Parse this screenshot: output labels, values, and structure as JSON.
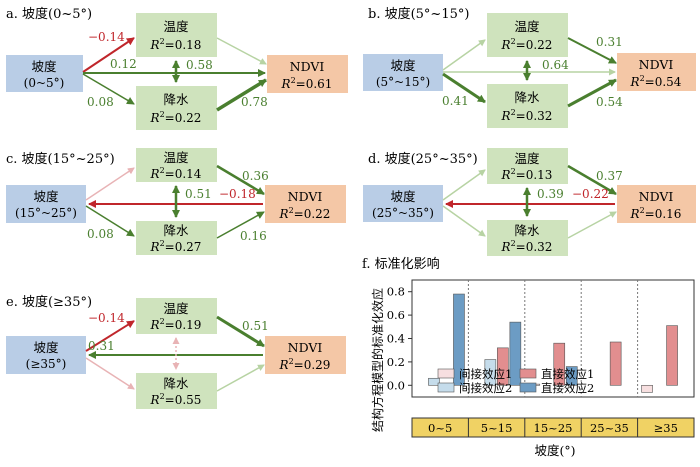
{
  "colors": {
    "slope_box": "#b9cde6",
    "mediator_box": "#cfe3bd",
    "ndvi_box": "#f4c7a6",
    "positive": "#4a7f2f",
    "negative": "#c0262b",
    "positive_weak": "#b7d3a3",
    "negative_weak": "#e8b3b5",
    "band": "#f0d264"
  },
  "labels": {
    "temp": "温度",
    "prec": "降水",
    "ndvi": "NDVI",
    "slope": "坡度",
    "r2_prefix": "R",
    "r2_sup": "2"
  },
  "panels": [
    {
      "title": "a. 坡度(0~5°)",
      "slope_range": "(0~5°)",
      "temp_r2": "=0.18",
      "prec_r2": "=0.22",
      "ndvi_r2": "=0.61",
      "coef_slope_temp": "−0.14",
      "coef_slope_ndvi": "0.12",
      "coef_temp_ndvi_mid": "0.58",
      "coef_slope_prec": "0.08",
      "coef_prec_ndvi": "0.78",
      "coef_temp_ndvi": ""
    },
    {
      "title": "b. 坡度(5°~15°)",
      "slope_range": "(5°~15°)",
      "temp_r2": "=0.22",
      "prec_r2": "=0.32",
      "ndvi_r2": "=0.54",
      "coef_temp_ndvi": "0.31",
      "coef_mid": "0.64",
      "coef_slope_prec": "0.41",
      "coef_prec_ndvi": "0.54"
    },
    {
      "title": "c. 坡度(15°~25°)",
      "slope_range": "(15°~25°)",
      "temp_r2": "=0.14",
      "prec_r2": "=0.27",
      "ndvi_r2": "=0.22",
      "coef_temp_ndvi": "0.36",
      "coef_mid": "0.51",
      "coef_slope_ndvi": "−0.18",
      "coef_slope_prec": "0.08",
      "coef_prec_ndvi": "0.16"
    },
    {
      "title": "d. 坡度(25°~35°)",
      "slope_range": "(25°~35°)",
      "temp_r2": "=0.13",
      "prec_r2": "=0.32",
      "ndvi_r2": "=0.16",
      "coef_temp_ndvi": "0.37",
      "coef_mid": "0.39",
      "coef_slope_ndvi": "−0.22"
    },
    {
      "title": "e. 坡度(≥35°)",
      "slope_range": "(≥35°)",
      "temp_r2": "=0.19",
      "prec_r2": "=0.55",
      "ndvi_r2": "=0.29",
      "coef_slope_temp": "−0.14",
      "coef_slope_ndvi": "0.31",
      "coef_temp_ndvi": "0.51"
    }
  ],
  "chart_data": {
    "type": "bar",
    "title": "f. 标准化影响",
    "xlabel": "坡度(°)",
    "ylabel": "结构方程模型的标准化效应",
    "categories": [
      "0~5",
      "5~15",
      "15~25",
      "25~35",
      "≥35"
    ],
    "ylim": [
      -0.1,
      0.9
    ],
    "yticks": [
      0.0,
      0.2,
      0.4,
      0.6,
      0.8
    ],
    "series": [
      {
        "name": "间接效应1",
        "color": "#f7dfe0",
        "values": [
          0.0,
          0.0,
          0.01,
          0.0,
          -0.06
        ]
      },
      {
        "name": "间接效应2",
        "color": "#c5dceb",
        "values": [
          0.06,
          0.22,
          0.0,
          0.0,
          0.0
        ]
      },
      {
        "name": "直接效应1",
        "color": "#e28e8f",
        "values": [
          0.0,
          0.32,
          0.36,
          0.37,
          0.51
        ]
      },
      {
        "name": "直接效应2",
        "color": "#6c9cc4",
        "values": [
          0.78,
          0.54,
          0.16,
          0.0,
          0.0
        ]
      }
    ],
    "legend": "bottom-left inside"
  }
}
